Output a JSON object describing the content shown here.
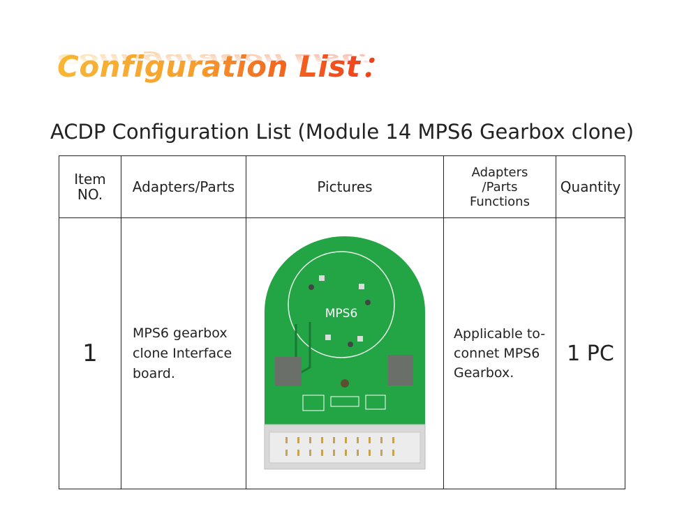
{
  "banner": {
    "title": "Configuration List："
  },
  "subtitle": "ACDP Configuration List (Module 14 MPS6 Gearbox clone)",
  "table": {
    "headers": [
      "Item NO.",
      "Adapters/Parts",
      "Pictures",
      "Adapters /Parts Functions",
      "Quantity"
    ],
    "header_lines": {
      "item": [
        "Item",
        "NO."
      ],
      "functions": [
        "Adapters",
        "/Parts",
        "Functions"
      ]
    },
    "rows": [
      {
        "item": "1",
        "part": "MPS6 gearbox clone Interface board.",
        "picture_label": "MPS6",
        "function": "Applicable to-connet MPS6 Gearbox.",
        "quantity": "1 PC"
      }
    ]
  },
  "colors": {
    "pcb": "#23a546",
    "orange": "#f7a02e",
    "red": "#ee3a1b"
  }
}
